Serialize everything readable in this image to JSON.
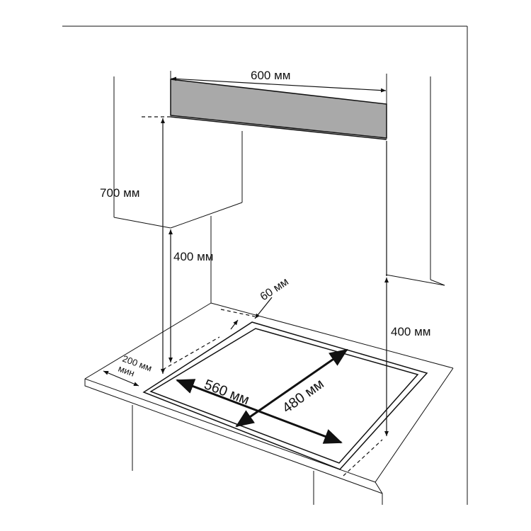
{
  "colors": {
    "line": "#111111",
    "hood_band": "#a9a9a9",
    "background": "#ffffff"
  },
  "labels": {
    "hood_width": "600 мм",
    "cabinet_height": "700 мм",
    "left_clearance": "400 мм",
    "right_clearance": "400 мм",
    "back_distance": "60 мм",
    "side_distance_value": "200 мм",
    "side_distance_qualifier": "мин",
    "cutout_width": "560 мм",
    "cutout_depth": "480 мм"
  }
}
